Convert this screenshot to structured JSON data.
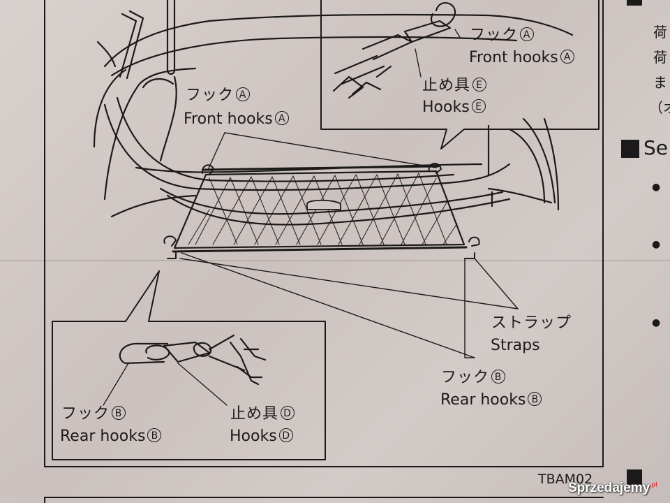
{
  "labels": {
    "front_hooks_mid_jp": "フック",
    "front_hooks_mid_en": "Front hooks",
    "front_hooks_top_jp": "フック",
    "front_hooks_top_en": "Front hooks",
    "hooks_e_jp": "止め具",
    "hooks_e_en": "Hooks",
    "straps_jp": "ストラップ",
    "straps_en": "Straps",
    "rear_hooks_mid_jp": "フック",
    "rear_hooks_mid_en": "Rear hooks",
    "rear_hooks_box_jp": "フック",
    "rear_hooks_box_en": "Rear hooks",
    "hooks_d_jp": "止め具",
    "hooks_d_en": "Hooks"
  },
  "letters": {
    "a": "A",
    "b": "B",
    "d": "D",
    "e": "E"
  },
  "figure_code": "TBAM02",
  "right_column": {
    "line1": "荷",
    "line2": "荷",
    "line3": "ま",
    "line4": "（オ",
    "heading_fragment": "Se"
  },
  "watermark": {
    "text": "Sprzedajemy",
    "suffix": ".pl"
  },
  "colors": {
    "ink": "#1b1919",
    "paper": "#d3cbc8"
  }
}
